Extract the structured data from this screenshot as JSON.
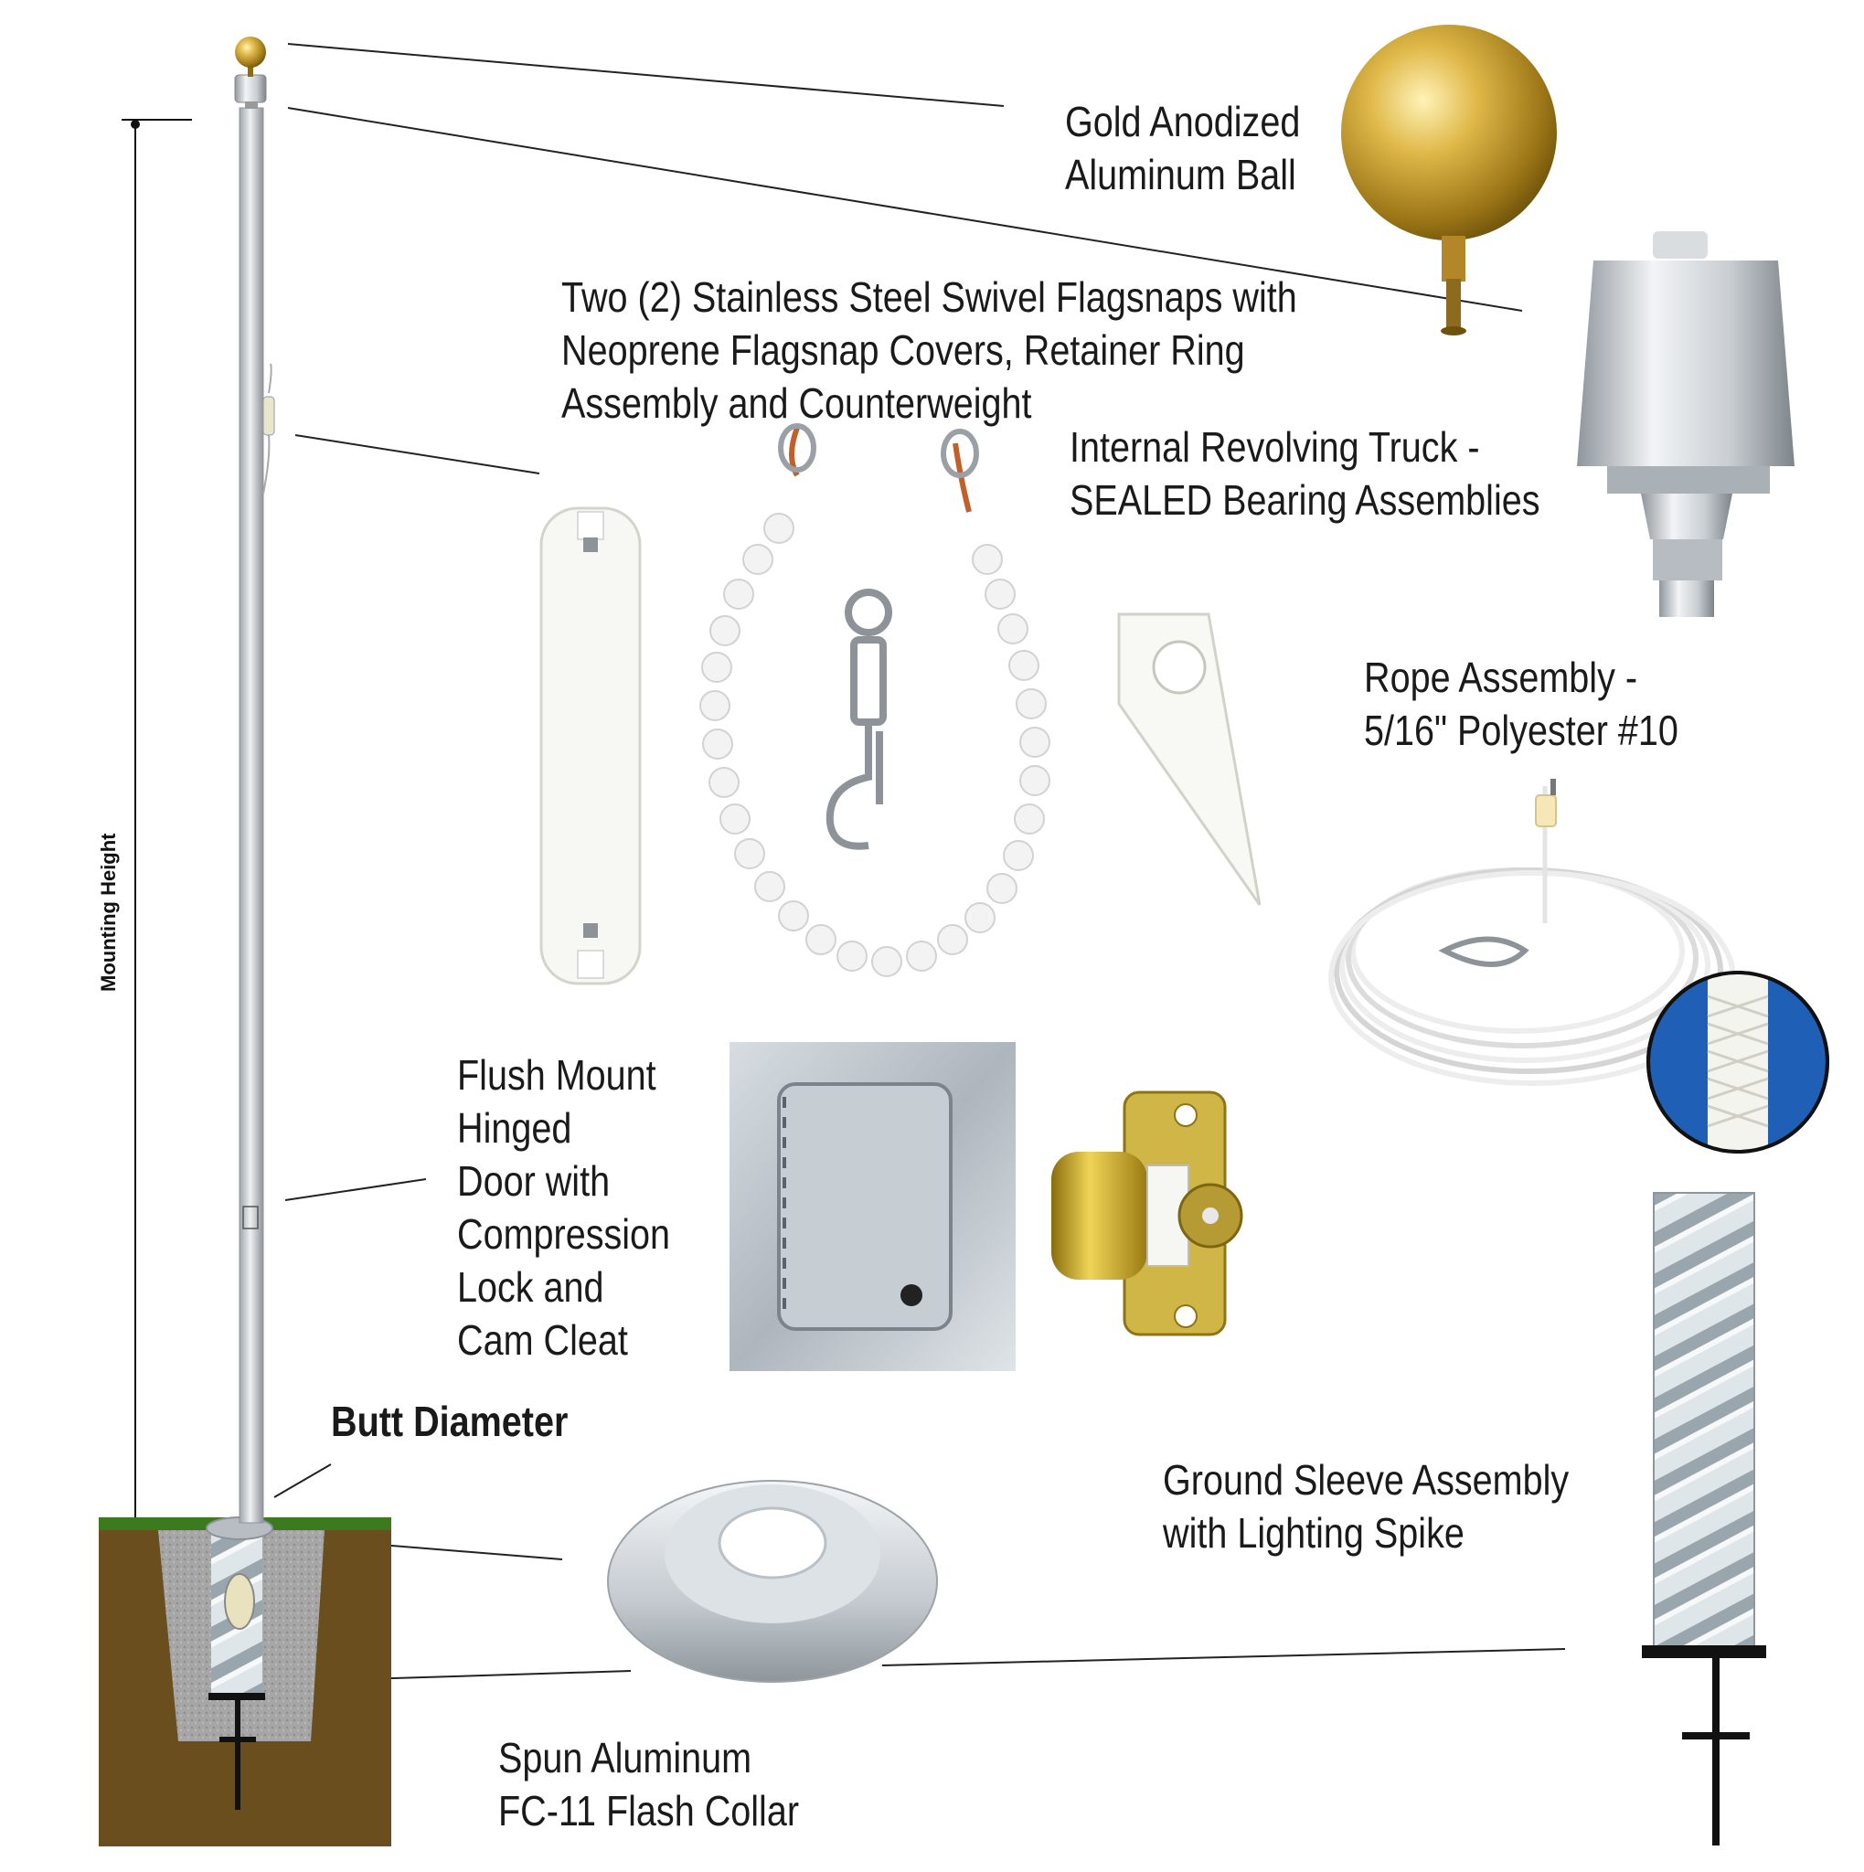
{
  "callouts": {
    "ball": [
      "Gold Anodized",
      "Aluminum Ball"
    ],
    "flagsnaps": [
      "Two (2) Stainless Steel Swivel Flagsnaps with",
      "Neoprene Flagsnap Covers, Retainer Ring",
      "Assembly and Counterweight"
    ],
    "truck": [
      "Internal Revolving Truck -",
      "SEALED Bearing Assemblies"
    ],
    "rope": [
      "Rope Assembly -",
      "5/16\" Polyester #10"
    ],
    "door": [
      "Flush Mount",
      "Hinged",
      "Door with",
      "Compression",
      "Lock and",
      "Cam Cleat"
    ],
    "butt": "Butt Diameter",
    "sleeve": [
      "Ground Sleeve Assembly",
      "with Lighting Spike"
    ],
    "collar": [
      "Spun Aluminum",
      "FC-11 Flash Collar"
    ]
  },
  "dimension": {
    "mounting_height": "Mounting Height"
  },
  "colors": {
    "gold": "#c9a227",
    "aluminum": "#c8cdd2",
    "soil": "#6b4e1e",
    "grass": "#3c7a1e",
    "concrete": "#a9a9a9",
    "rope_blue": "#1f5fb5"
  },
  "icons": [
    "gold-ball-icon",
    "revolving-truck-icon",
    "counterweight-icon",
    "flagsnap-chain-icon",
    "retainer-ring-icon",
    "rope-coil-icon",
    "rope-weave-icon",
    "hinged-door-icon",
    "cam-cleat-icon",
    "ground-sleeve-icon",
    "flash-collar-icon",
    "flagpole-icon"
  ]
}
